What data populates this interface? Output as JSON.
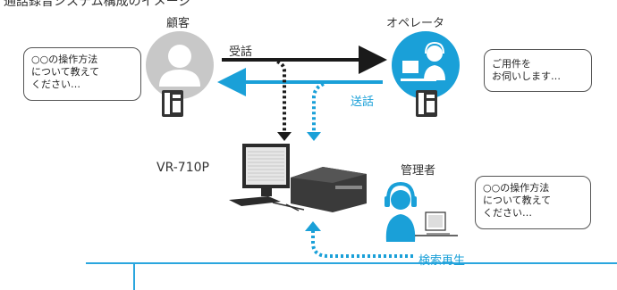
{
  "header_partial": "通話録音システム構成のイメージ",
  "labels": {
    "customer": "顧客",
    "operator": "オペレータ",
    "receive": "受話",
    "send": "送話",
    "device": "VR-710P",
    "manager": "管理者",
    "search_play": "検索再生"
  },
  "bubbles": {
    "customer": [
      "○○の操作方法",
      "について教えて",
      "ください…"
    ],
    "operator": [
      "ご用件を",
      "お伺いします…"
    ],
    "manager": [
      "○○の操作方法",
      "について教えて",
      "ください…"
    ]
  },
  "icons": [
    "customer-avatar-icon",
    "operator-headset-icon",
    "manager-headset-icon",
    "phone-icon",
    "recorder-server-icon"
  ],
  "colors": {
    "accent_blue": "#1aa0d8",
    "line_black": "#1a1a1a",
    "avatar_gray": "#c8c8c8",
    "network_blue": "#2aa6de"
  }
}
